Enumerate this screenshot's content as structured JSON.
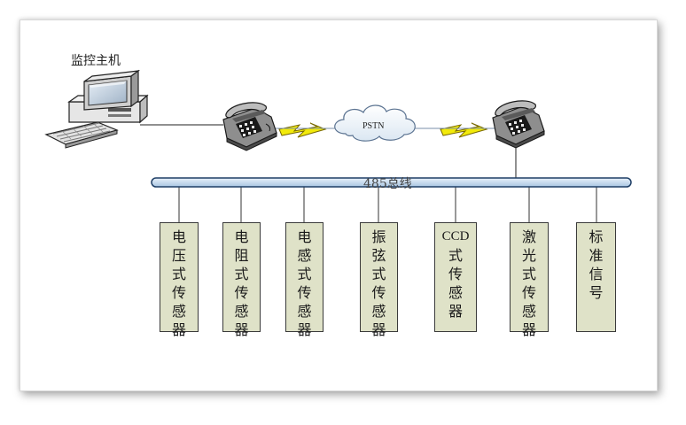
{
  "host": {
    "label": "监控主机"
  },
  "network": {
    "label": "PSTN"
  },
  "bus": {
    "label": "485总线"
  },
  "sensors": [
    {
      "lines": [
        "电",
        "压",
        "式",
        "传",
        "感",
        "器"
      ]
    },
    {
      "lines": [
        "电",
        "阻",
        "式",
        "传",
        "感",
        "器"
      ]
    },
    {
      "lines": [
        "电",
        "感",
        "式",
        "传",
        "感",
        "器"
      ]
    },
    {
      "lines": [
        "振",
        "弦",
        "式",
        "传",
        "感",
        "器"
      ]
    },
    {
      "lines": [
        "CCD",
        "式",
        "传",
        "感",
        "器"
      ]
    },
    {
      "lines": [
        "激",
        "光",
        "式",
        "传",
        "感",
        "器"
      ]
    },
    {
      "lines": [
        "标",
        "准",
        "信",
        "号"
      ]
    }
  ],
  "colors": {
    "bus_fill": "#cfe1f2",
    "sensor_fill": "#dfe2c8",
    "lightning": "#f2ea0a",
    "phone_body": "#9a9a9a"
  },
  "icons": {
    "host": "computer-icon",
    "modem_left": "telephone-icon",
    "modem_right": "telephone-icon",
    "network": "cloud-icon",
    "links": "lightning-icon"
  }
}
